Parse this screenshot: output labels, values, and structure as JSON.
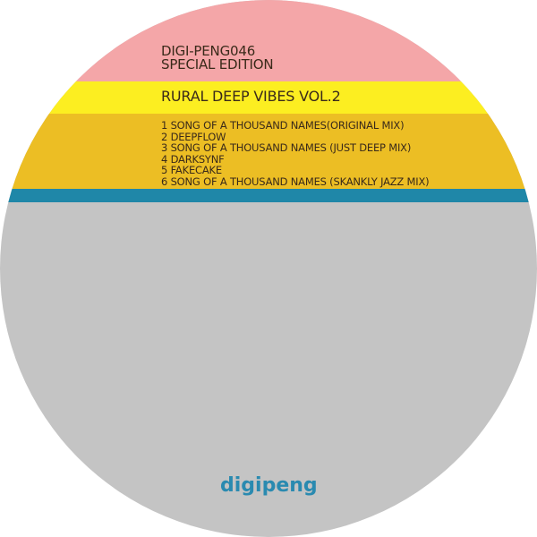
{
  "label": {
    "catalog": "DIGI-PENG046",
    "edition": "SPECIAL EDITION",
    "title": "RURAL DEEP VIBES VOL.2",
    "tracks": [
      "1 SONG OF A THOUSAND NAMES(ORIGINAL MIX)",
      "2 DEEPFLOW",
      "3 SONG OF A THOUSAND NAMES (JUST DEEP MIX)",
      "4 DARKSYNF",
      "5 FAKECAKE",
      "6 SONG OF A THOUSAND NAMES (SKANKLY JAZZ MIX)"
    ],
    "logo": "digipeng"
  },
  "colors": {
    "pink": "#f4a6a8",
    "yellow": "#fcee21",
    "gold": "#ecbe24",
    "blue": "#1f87a8",
    "gray": "#c4c4c4"
  }
}
